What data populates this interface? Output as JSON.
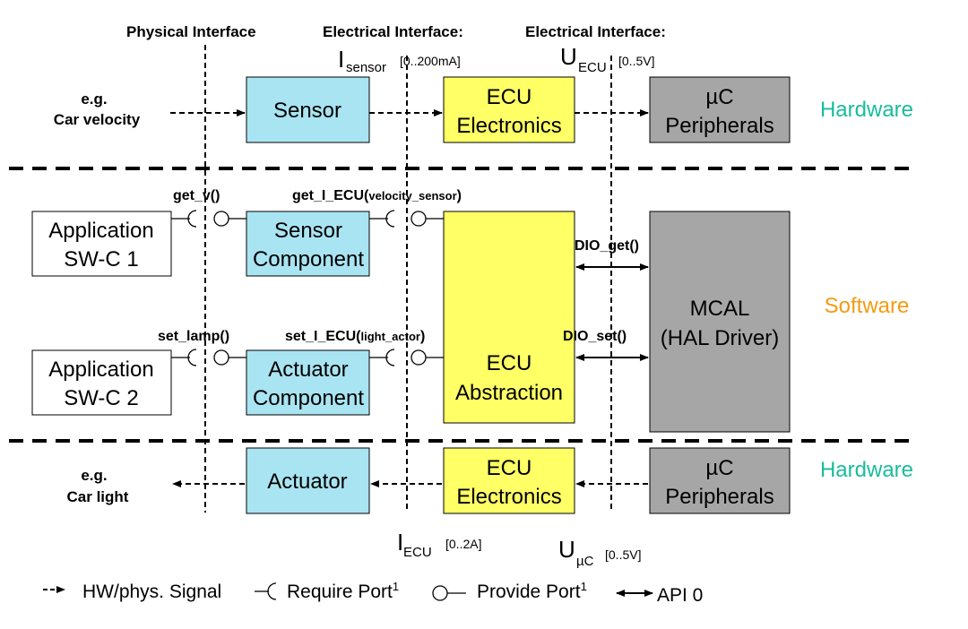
{
  "headers": {
    "physical": "Physical Interface",
    "electrical_1": "Electrical Interface:",
    "electrical_2": "Electrical Interface:"
  },
  "signals": {
    "i_sensor_main": "I",
    "i_sensor_sub": "sensor",
    "i_sensor_range": "[0..200mA]",
    "u_ecu_main": "U",
    "u_ecu_sub": "ECU",
    "u_ecu_range": "[0..5V]",
    "i_ecu_main": "I",
    "i_ecu_sub": "ECU",
    "i_ecu_range": "[0..2A]",
    "u_uc_main": "U",
    "u_uc_sub": "µC",
    "u_uc_range": "[0..5V]"
  },
  "labels": {
    "eg_top": "e.g.",
    "car_velocity": "Car velocity",
    "eg_bottom": "e.g.",
    "car_light": "Car light"
  },
  "layers": {
    "hardware_top": "Hardware",
    "software": "Software",
    "hardware_bottom": "Hardware",
    "hardware_color": "#1abc9c",
    "software_color": "#f39c12"
  },
  "boxes": {
    "sensor": "Sensor",
    "ecu_electronics_top_1": "ECU",
    "ecu_electronics_top_2": "Electronics",
    "uc_peripherals_top_1": "µC",
    "uc_peripherals_top_2": "Peripherals",
    "app_swc1_1": "Application",
    "app_swc1_2": "SW-C 1",
    "sensor_component_1": "Sensor",
    "sensor_component_2": "Component",
    "ecu_abstraction_1": "ECU",
    "ecu_abstraction_2": "Abstraction",
    "mcal_1": "MCAL",
    "mcal_2": "(HAL Driver)",
    "app_swc2_1": "Application",
    "app_swc2_2": "SW-C 2",
    "actuator_component_1": "Actuator",
    "actuator_component_2": "Component",
    "actuator": "Actuator",
    "ecu_electronics_bottom_1": "ECU",
    "ecu_electronics_bottom_2": "Electronics",
    "uc_peripherals_bottom_1": "µC",
    "uc_peripherals_bottom_2": "Peripherals"
  },
  "ports": {
    "get_v": "get_v()",
    "get_i_ecu_main": "get_I_ECU(",
    "get_i_ecu_arg": "velocity_sensor",
    "get_i_ecu_close": ")",
    "set_lamp": "set_lamp()",
    "set_i_ecu_main": "set_I_ECU(",
    "set_i_ecu_arg": "light_actor",
    "set_i_ecu_close": ")",
    "dio_get": "DIO_get()",
    "dio_set": "DIO_set()"
  },
  "legend": {
    "hw_signal": "HW/phys. Signal",
    "require_port": "Require Port",
    "require_sup": "1",
    "provide_port": "Provide Port",
    "provide_sup": "1",
    "api": "API 0"
  },
  "colors": {
    "cyan_box": "#a9e4f2",
    "yellow_box": "#ffff66",
    "gray_box": "#a6a6a6"
  }
}
